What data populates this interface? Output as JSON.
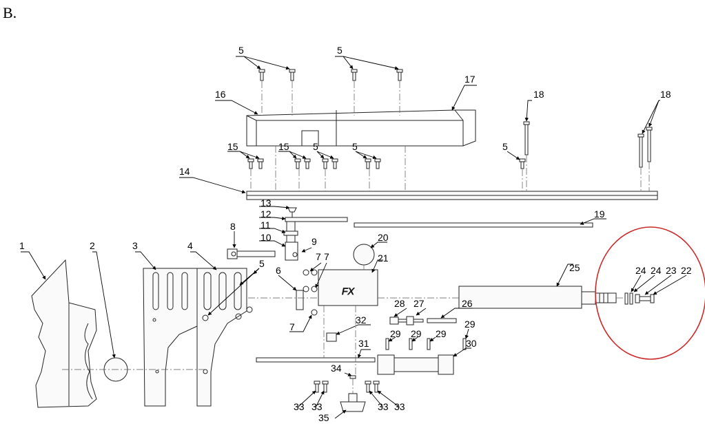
{
  "figure": {
    "label": "B.",
    "highlight_color": "#cc2a2a"
  },
  "callouts": [
    {
      "id": "c-1",
      "text": "1"
    },
    {
      "id": "c-2",
      "text": "2"
    },
    {
      "id": "c-3",
      "text": "3"
    },
    {
      "id": "c-4",
      "text": "4"
    },
    {
      "id": "c-5a",
      "text": "5"
    },
    {
      "id": "c-5b",
      "text": "5"
    },
    {
      "id": "c-5c",
      "text": "5"
    },
    {
      "id": "c-5d",
      "text": "5"
    },
    {
      "id": "c-5e",
      "text": "5"
    },
    {
      "id": "c-5f",
      "text": "5"
    },
    {
      "id": "c-6",
      "text": "6"
    },
    {
      "id": "c-7a",
      "text": "7"
    },
    {
      "id": "c-7b",
      "text": "7"
    },
    {
      "id": "c-7c",
      "text": "7"
    },
    {
      "id": "c-8",
      "text": "8"
    },
    {
      "id": "c-9",
      "text": "9"
    },
    {
      "id": "c-10",
      "text": "10"
    },
    {
      "id": "c-11",
      "text": "11"
    },
    {
      "id": "c-12",
      "text": "12"
    },
    {
      "id": "c-13",
      "text": "13"
    },
    {
      "id": "c-14",
      "text": "14"
    },
    {
      "id": "c-15a",
      "text": "15"
    },
    {
      "id": "c-15b",
      "text": "15"
    },
    {
      "id": "c-16",
      "text": "16"
    },
    {
      "id": "c-17",
      "text": "17"
    },
    {
      "id": "c-18a",
      "text": "18"
    },
    {
      "id": "c-18b",
      "text": "18"
    },
    {
      "id": "c-19",
      "text": "19"
    },
    {
      "id": "c-20",
      "text": "20"
    },
    {
      "id": "c-21",
      "text": "21"
    },
    {
      "id": "c-22",
      "text": "22"
    },
    {
      "id": "c-23",
      "text": "23"
    },
    {
      "id": "c-24a",
      "text": "24"
    },
    {
      "id": "c-24b",
      "text": "24"
    },
    {
      "id": "c-25",
      "text": "25"
    },
    {
      "id": "c-26",
      "text": "26"
    },
    {
      "id": "c-27",
      "text": "27"
    },
    {
      "id": "c-28",
      "text": "28"
    },
    {
      "id": "c-29a",
      "text": "29"
    },
    {
      "id": "c-29b",
      "text": "29"
    },
    {
      "id": "c-29c",
      "text": "29"
    },
    {
      "id": "c-29d",
      "text": "29"
    },
    {
      "id": "c-30",
      "text": "30"
    },
    {
      "id": "c-31",
      "text": "31"
    },
    {
      "id": "c-32",
      "text": "32"
    },
    {
      "id": "c-33a",
      "text": "33"
    },
    {
      "id": "c-33b",
      "text": "33"
    },
    {
      "id": "c-33c",
      "text": "33"
    },
    {
      "id": "c-33d",
      "text": "33"
    },
    {
      "id": "c-34",
      "text": "34"
    },
    {
      "id": "c-35",
      "text": "35"
    }
  ],
  "block_logo": "FX"
}
